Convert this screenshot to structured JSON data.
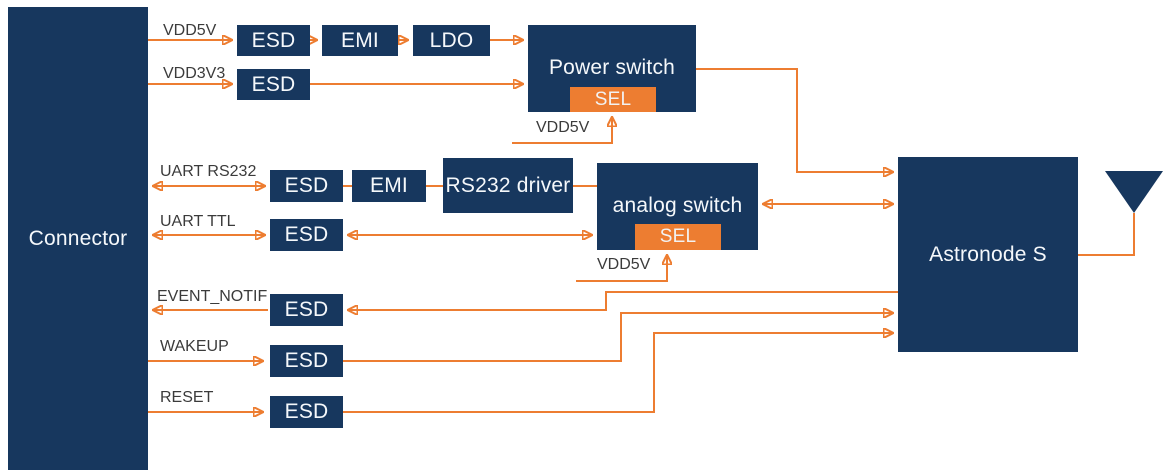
{
  "blocks": {
    "connector": "Connector",
    "esd": "ESD",
    "emi": "EMI",
    "ldo": "LDO",
    "power_switch": "Power switch",
    "sel": "SEL",
    "rs232_driver": "RS232 driver",
    "analog_switch": "analog switch",
    "astronode": "Astronode S"
  },
  "signals": {
    "vdd5v": "VDD5V",
    "vdd3v3": "VDD3V3",
    "uart_rs232": "UART RS232",
    "uart_ttl": "UART TTL",
    "event_notif": "EVENT_NOTIF",
    "wakeup": "WAKEUP",
    "reset": "RESET",
    "power_switch_sel_source": "VDD5V",
    "analog_switch_sel_source": "VDD5V"
  },
  "icons": {
    "antenna": "antenna-icon"
  },
  "colors": {
    "block_fill": "#17375E",
    "accent_orange": "#ED7D31",
    "block_text": "#F5F8FB",
    "signal_label_text": "#3B3B3B",
    "background": "#FFFFFF"
  }
}
